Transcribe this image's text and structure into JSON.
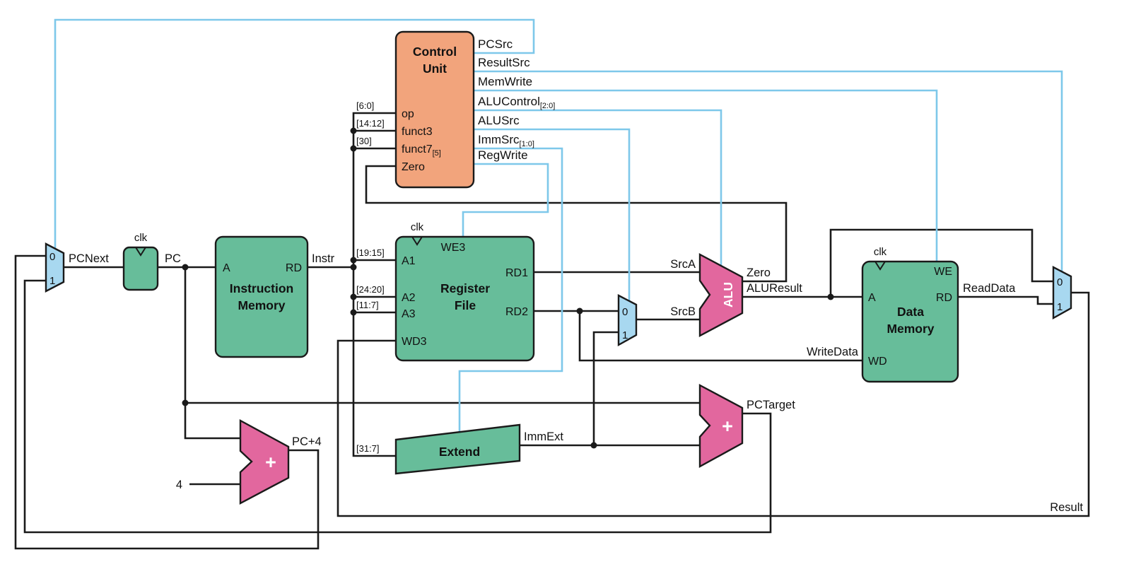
{
  "colors": {
    "wire_data": "#1a1a1a",
    "wire_control": "#7ec8ea",
    "block_green": "#67bd9a",
    "block_orange": "#f2a47c",
    "block_pink": "#e2679e",
    "mux_blue": "#a8d8f0"
  },
  "blocks": {
    "control_unit": {
      "title": [
        "Control",
        "Unit"
      ],
      "in_op": "op",
      "in_funct3": "funct3",
      "in_funct7": "funct7",
      "in_funct7_sub": "[5]",
      "in_zero": "Zero"
    },
    "instruction_memory": {
      "title": [
        "Instruction",
        "Memory"
      ],
      "port_a": "A",
      "port_rd": "RD"
    },
    "register_file": {
      "title": [
        "Register",
        "File"
      ],
      "port_we3": "WE3",
      "port_a1": "A1",
      "port_a2": "A2",
      "port_a3": "A3",
      "port_wd3": "WD3",
      "port_rd1": "RD1",
      "port_rd2": "RD2"
    },
    "data_memory": {
      "title": [
        "Data",
        "Memory"
      ],
      "port_we": "WE",
      "port_a": "A",
      "port_wd": "WD",
      "port_rd": "RD"
    },
    "extend": {
      "title": "Extend"
    },
    "alu": {
      "title": "ALU"
    },
    "adder_plus": "+"
  },
  "control_signals": {
    "pcsrc": "PCSrc",
    "resultsrc": "ResultSrc",
    "memwrite": "MemWrite",
    "alucontrol": "ALUControl",
    "alucontrol_sub": "[2:0]",
    "alusrc": "ALUSrc",
    "immsrc": "ImmSrc",
    "immsrc_sub": "[1:0]",
    "regwrite": "RegWrite"
  },
  "wire_labels": {
    "pcnext": "PCNext",
    "pc": "PC",
    "instr": "Instr",
    "srca": "SrcA",
    "srcb": "SrcB",
    "zero": "Zero",
    "aluresult": "ALUResult",
    "readdata": "ReadData",
    "writedata": "WriteData",
    "immext": "ImmExt",
    "pctarget": "PCTarget",
    "pcplus4": "PC+4",
    "result": "Result",
    "four": "4",
    "clk": "clk"
  },
  "bit_ranges": {
    "op": "[6:0]",
    "funct3": "[14:12]",
    "funct7": "[30]",
    "a1": "[19:15]",
    "a2": "[24:20]",
    "a3": "[11:7]",
    "imm": "[31:7]"
  },
  "mux": {
    "zero": "0",
    "one": "1"
  }
}
